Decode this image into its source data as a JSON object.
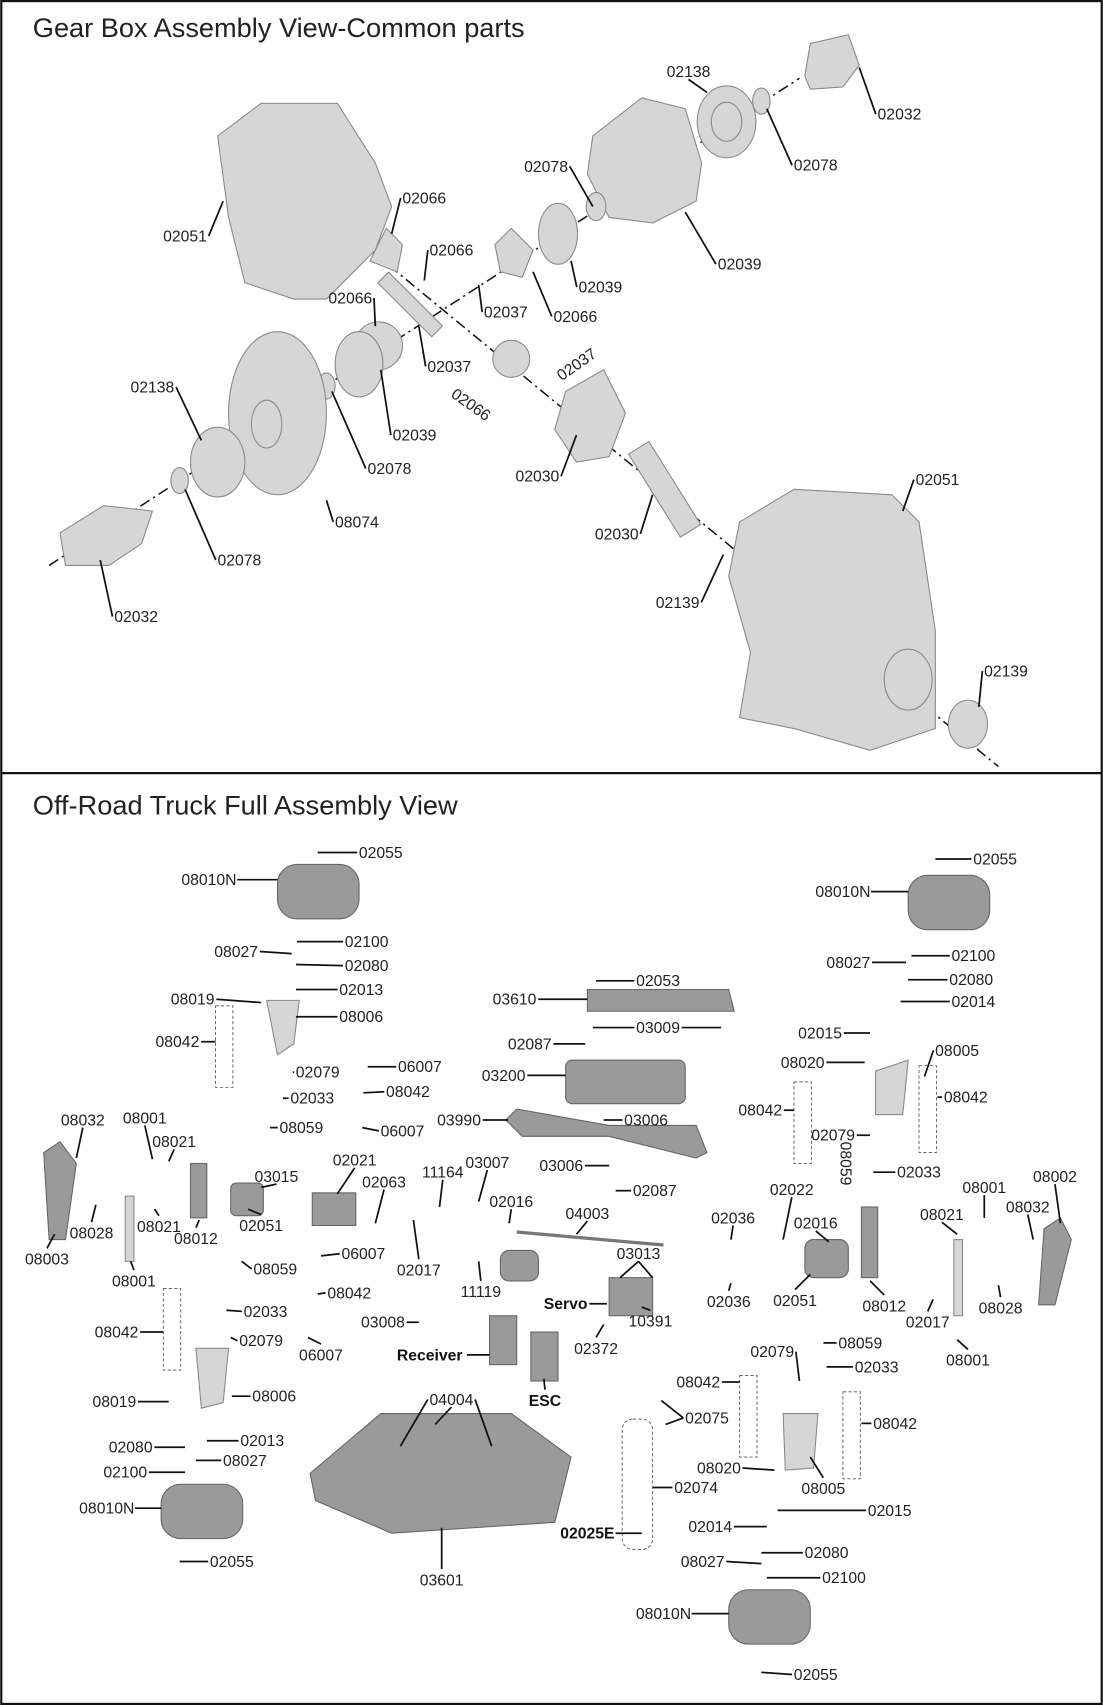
{
  "gearbox": {
    "title": "Gear Box Assembly View-Common parts",
    "labels": [
      "02138",
      "02032",
      "02078",
      "02078",
      "02066",
      "02051",
      "02066",
      "02039",
      "02039",
      "02037",
      "02066",
      "02066",
      "02037",
      "02037",
      "02066",
      "02138",
      "02039",
      "02078",
      "02030",
      "02051",
      "08074",
      "02030",
      "02078",
      "02139",
      "02032",
      "02139"
    ]
  },
  "truck": {
    "title": "Off-Road Truck Full Assembly View",
    "labels": [
      "02055",
      "08010N",
      "02100",
      "08027",
      "02080",
      "02013",
      "08019",
      "08006",
      "08042",
      "02079",
      "06007",
      "02033",
      "08042",
      "08059",
      "06007",
      "08032",
      "08001",
      "08021",
      "02021",
      "03015",
      "02063",
      "11164",
      "03007",
      "08028",
      "08021",
      "08012",
      "02051",
      "08003",
      "08001",
      "02016",
      "04003",
      "02017",
      "06007",
      "08059",
      "03006",
      "02087",
      "03013",
      "11119",
      "08042",
      "Servo",
      "02033",
      "08042",
      "02079",
      "03008",
      "10391",
      "06007",
      "Receiver",
      "02372",
      "ESC",
      "04004",
      "08006",
      "08019",
      "02013",
      "02080",
      "08027",
      "02100",
      "08010N",
      "02055",
      "03601",
      "02053",
      "03610",
      "03009",
      "02087",
      "03200",
      "03990",
      "03006",
      "02055",
      "08010N",
      "02100",
      "08027",
      "02080",
      "02014",
      "02015",
      "08005",
      "08020",
      "08042",
      "08042",
      "02079",
      "08059",
      "02033",
      "08001",
      "08002",
      "08021",
      "08032",
      "02022",
      "02036",
      "02016",
      "08028",
      "02017",
      "08001",
      "02036",
      "02051",
      "08012",
      "08059",
      "02079",
      "02033",
      "08042",
      "08042",
      "02075",
      "02074",
      "08020",
      "08005",
      "02015",
      "02014",
      "02025E",
      "02080",
      "08027",
      "02100",
      "08010N",
      "02055"
    ]
  }
}
